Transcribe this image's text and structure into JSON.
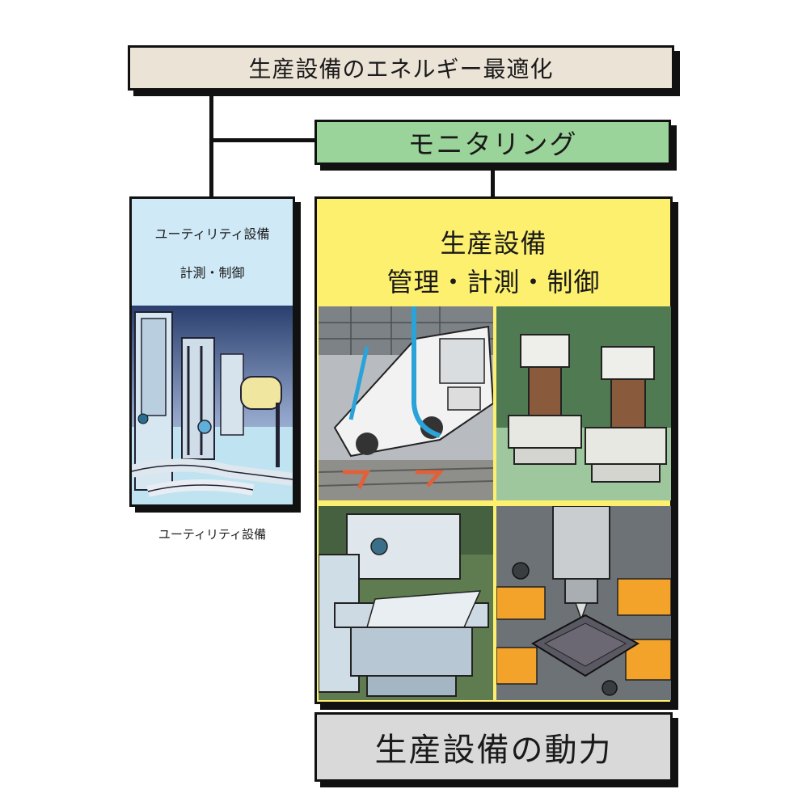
{
  "diagram": {
    "top_node": {
      "label": "生産設備のエネルギー最適化"
    },
    "monitoring_node": {
      "label": "モニタリング"
    },
    "utility_node": {
      "title": "ユーティリティ設備",
      "subtitle": "計測・制御",
      "caption": "ユーティリティ設備"
    },
    "production_node": {
      "title": "生産設備",
      "subtitle": "管理・計測・制御"
    },
    "bottom_node": {
      "label": "生産設備の動力"
    }
  },
  "colors": {
    "top_fill": "#ebe3d6",
    "monitoring_fill": "#9bd49a",
    "utility_fill": "#cfe9f7",
    "production_fill": "#fdf06e",
    "bottom_fill": "#d9d9d9",
    "line": "#111111"
  },
  "illustrations": [
    "utility-plant-illustration",
    "vehicle-assembly-line-illustration",
    "press-machines-illustration",
    "cnc-sheet-metal-machine-illustration",
    "chip-mounting-machine-illustration"
  ]
}
